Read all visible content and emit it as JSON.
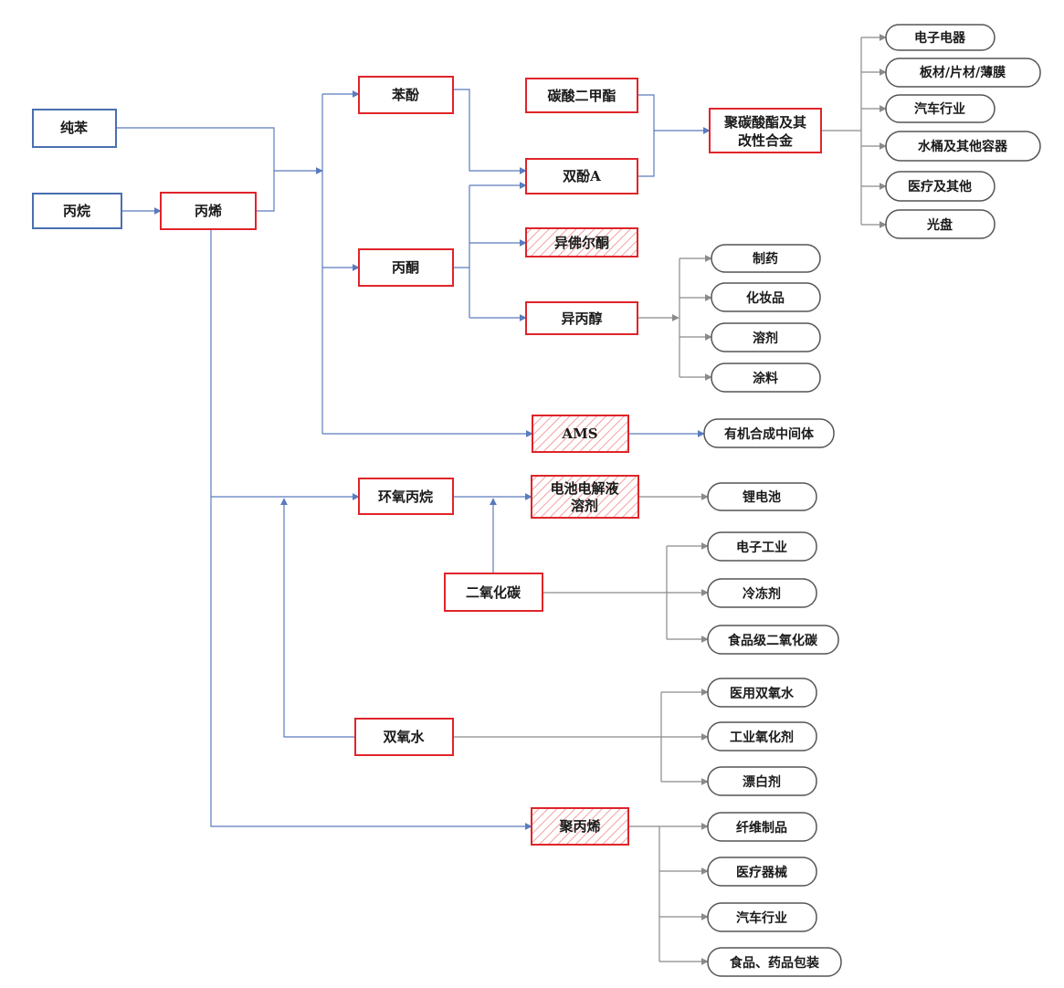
{
  "colors": {
    "blue_border": "#4a6fb0",
    "red_border": "#e0242a",
    "gray_border": "#555555",
    "blue_line": "#5a7bbd",
    "gray_line": "#8a8a8a",
    "hatch": "#f2a0a0"
  },
  "nodes": {
    "pure_benzene": "纯苯",
    "propane": "丙烷",
    "propylene": "丙烯",
    "phenol": "苯酚",
    "acetone": "丙酮",
    "dimethyl_carbonate": "碳酸二甲酯",
    "bisphenol_a": "双酚A",
    "isophorone": "异佛尔酮",
    "isopropanol": "异丙醇",
    "polycarbonate_1": "聚碳酸酯及其",
    "polycarbonate_2": "改性合金",
    "ams": "AMS",
    "propylene_oxide": "环氧丙烷",
    "electrolyte_1": "电池电解液",
    "electrolyte_2": "溶剂",
    "carbon_dioxide": "二氧化碳",
    "hydrogen_peroxide": "双氧水",
    "polypropylene": "聚丙烯"
  },
  "outputs": {
    "electronics": "电子电器",
    "sheet_film": "板材/片材/薄膜",
    "automotive": "汽车行业",
    "containers": "水桶及其他容器",
    "medical_other": "医疗及其他",
    "optical_disc": "光盘",
    "pharma": "制药",
    "cosmetics": "化妆品",
    "solvent": "溶剂",
    "coatings": "涂料",
    "organic_intermediate": "有机合成中间体",
    "lithium_battery": "锂电池",
    "electronic_industry": "电子工业",
    "refrigerant": "冷冻剂",
    "food_co2": "食品级二氧化碳",
    "medical_h2o2": "医用双氧水",
    "industrial_oxidizer": "工业氧化剂",
    "bleach": "漂白剂",
    "fiber_products": "纤维制品",
    "medical_devices": "医疗器械",
    "automotive_2": "汽车行业",
    "food_pharma_packaging": "食品、药品包装"
  }
}
